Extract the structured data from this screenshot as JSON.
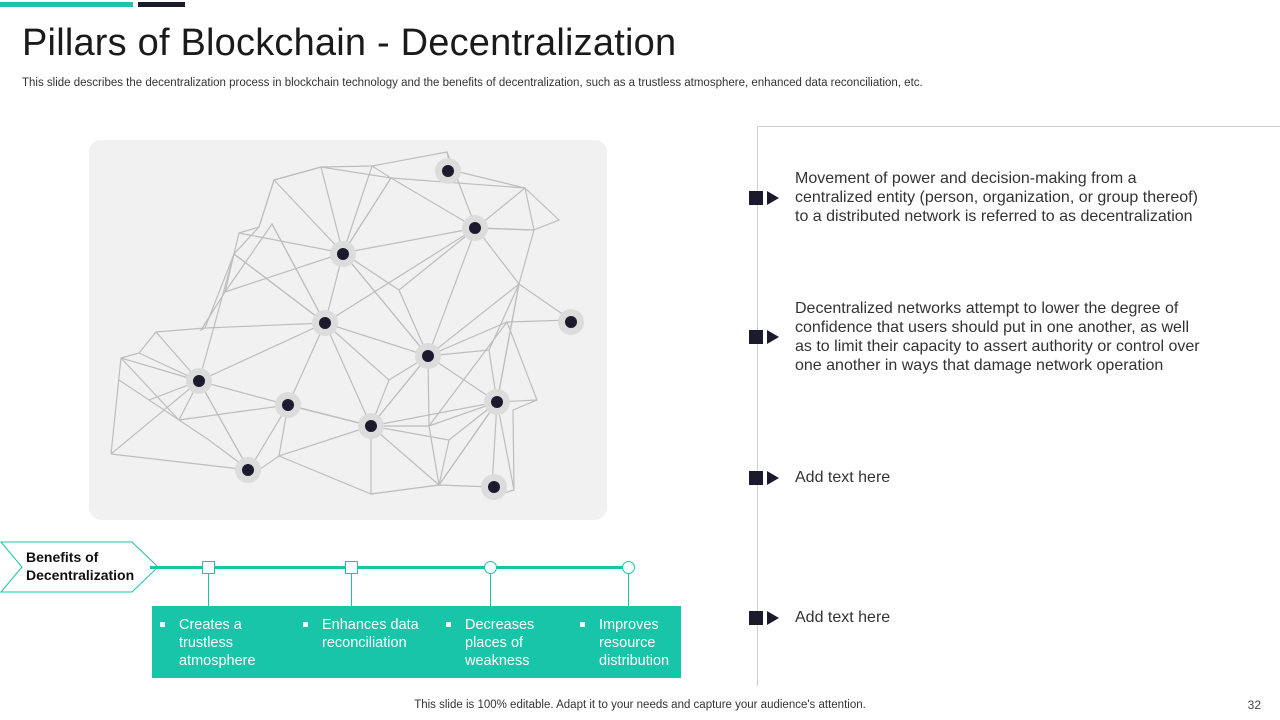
{
  "slide": {
    "title": "Pillars of Blockchain -  Decentralization",
    "subtitle": "This slide describes the decentralization process in blockchain technology and the benefits of decentralization, such as a trustless atmosphere, enhanced data reconciliation, etc.",
    "footer": "This slide is 100% editable. Adapt it to your needs and capture your audience's attention.",
    "page_number": "32"
  },
  "colors": {
    "accent": "#19c5a8",
    "dark": "#1c1b2e",
    "panel": "#f1f1f1"
  },
  "benefits": {
    "label_line1": "Benefits of",
    "label_line2": "Decentralization",
    "items": [
      {
        "text": "Creates a trustless atmosphere"
      },
      {
        "text": "Enhances data reconciliation"
      },
      {
        "text": "Decreases places of weakness"
      },
      {
        "text": "Improves resource distribution"
      }
    ]
  },
  "points": [
    {
      "text": "Movement of power and decision-making from a centralized entity (person, organization, or group thereof) to a distributed network is referred to as decentralization"
    },
    {
      "text": "Decentralized networks attempt to lower the degree of confidence that users should put in one another, as well as to limit their capacity to assert authority or control over one another in ways that damage network operation"
    },
    {
      "text": "Add text here"
    },
    {
      "text": "Add text here"
    }
  ],
  "icons": {
    "bullet": "square-arrow-bullet-icon",
    "network": "blockchain-network-icon"
  }
}
